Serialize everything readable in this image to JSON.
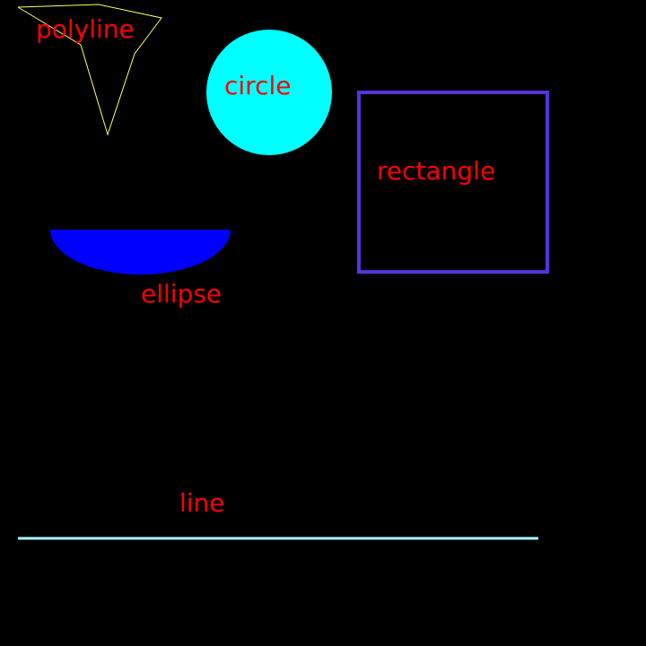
{
  "colors": {
    "background": "#000000",
    "label": "#ff0000",
    "polyline": "#ffff66",
    "circle": "#00ffff",
    "rectangle": "#5533dd",
    "ellipse": "#0000ff",
    "line": "#aaffff"
  },
  "shapes": {
    "polyline": {
      "label": "polyline"
    },
    "circle": {
      "label": "circle"
    },
    "rectangle": {
      "label": "rectangle"
    },
    "ellipse": {
      "label": "ellipse"
    },
    "line": {
      "label": "line"
    }
  }
}
